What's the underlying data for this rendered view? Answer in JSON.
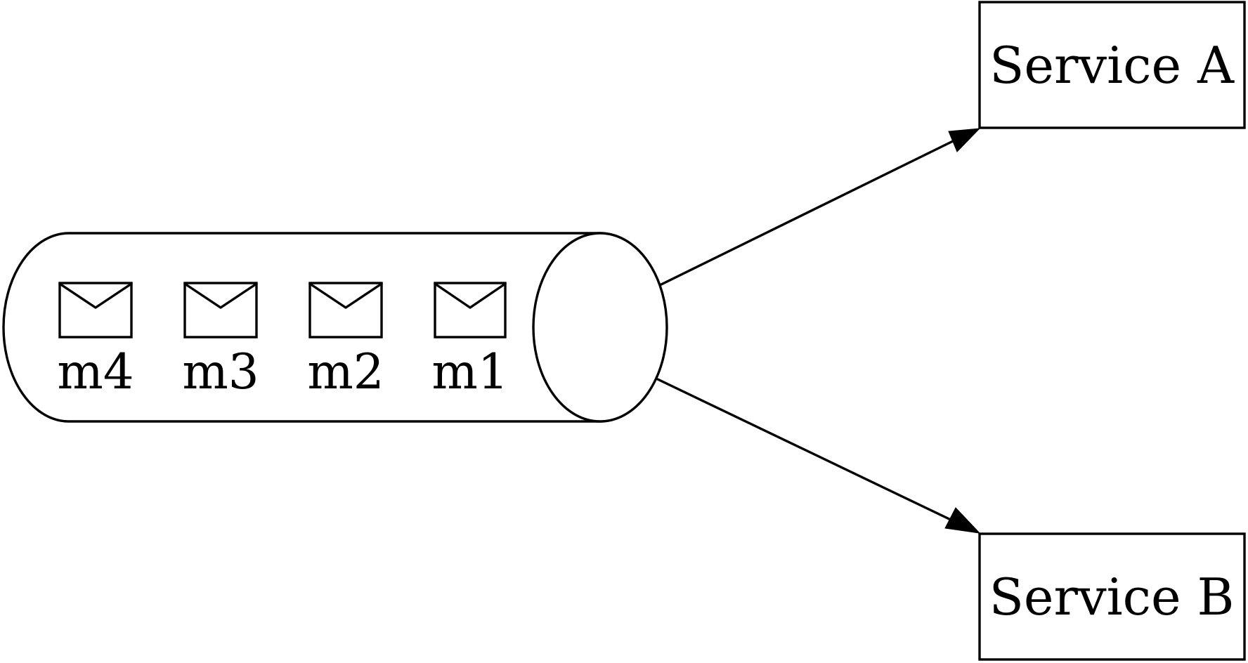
{
  "queue": {
    "messages": [
      {
        "label": "m4"
      },
      {
        "label": "m3"
      },
      {
        "label": "m2"
      },
      {
        "label": "m1"
      }
    ]
  },
  "services": [
    {
      "label": "Service A"
    },
    {
      "label": "Service B"
    }
  ],
  "icons": {
    "message": "envelope-icon",
    "queue": "cylinder-queue",
    "connector": "arrow"
  }
}
